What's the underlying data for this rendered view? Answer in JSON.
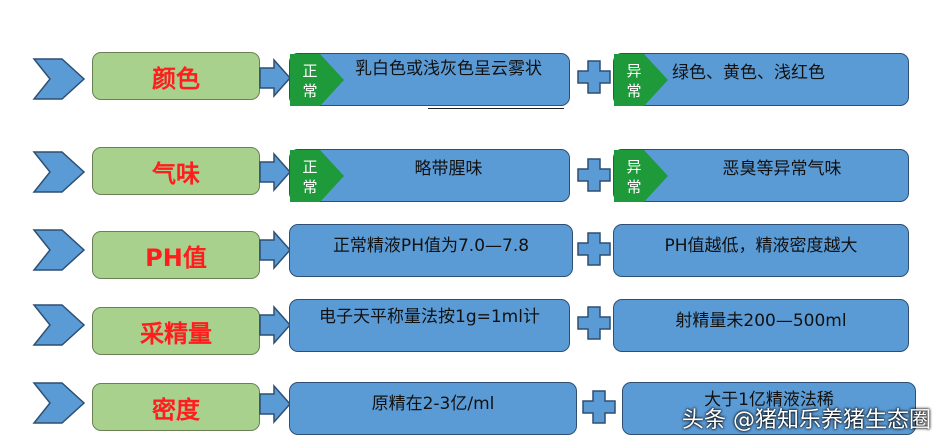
{
  "rows": [
    {
      "label": "颜色",
      "normal_tag": [
        "正",
        "常"
      ],
      "normal_text": "乳白色或浅灰色呈云雾状",
      "abnormal_tag": [
        "异",
        "常"
      ],
      "abnormal_text": "绿色、黄色、浅红色"
    },
    {
      "label": "气味",
      "normal_tag": [
        "正",
        "常"
      ],
      "normal_text": "略带腥味",
      "abnormal_tag": [
        "异",
        "常"
      ],
      "abnormal_text": "恶臭等异常气味"
    },
    {
      "label": "PH值",
      "normal_text": "正常精液PH值为7.0—7.8",
      "abnormal_text": "PH值越低，精液密度越大"
    },
    {
      "label": "采精量",
      "normal_text": "电子天平称量法按1g=1ml计",
      "abnormal_text": "射精量未200—500ml"
    },
    {
      "label": "密度",
      "normal_text": "原精在2-3亿/ml",
      "abnormal_text": "大于1亿精液法稀"
    }
  ],
  "watermark": "头条 @猪知乐养猪生态圈",
  "colors": {
    "label_fill": "#a9d18e",
    "label_text": "#ff1e1e",
    "box_fill": "#5b9bd5",
    "tag_fill": "#1e9a3a"
  }
}
